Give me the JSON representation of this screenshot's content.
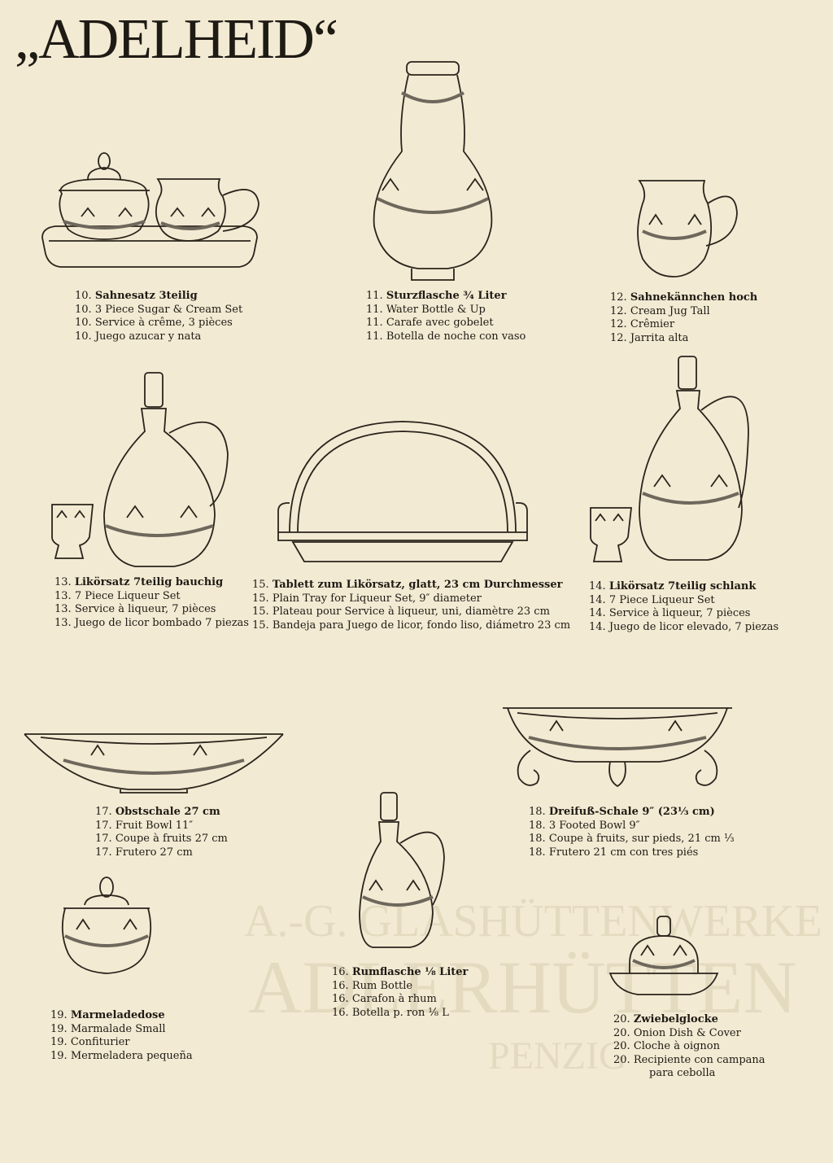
{
  "page": {
    "title": "„ADELHEID“",
    "watermark": [
      "A.-G. GLASHÜTTENWERKE",
      "ADLERHÜTTEN",
      "PENZIG"
    ],
    "colors": {
      "paper": "#f3ead3",
      "ink": "#1e1a14",
      "glass": "#2a241c",
      "band": "#6e675c"
    }
  },
  "items": [
    {
      "number": "10.",
      "lines": [
        "Sahnesatz 3teilig",
        "3 Piece Sugar & Cream Set",
        "Service à crême, 3 pièces",
        "Juego azucar y nata"
      ]
    },
    {
      "number": "11.",
      "lines": [
        "Sturzflasche ¾ Liter",
        "Water Bottle & Up",
        "Carafe avec gobelet",
        "Botella de noche con vaso"
      ]
    },
    {
      "number": "12.",
      "lines": [
        "Sahnekännchen hoch",
        "Cream Jug Tall",
        "Crêmier",
        "Jarrita alta"
      ]
    },
    {
      "number": "13.",
      "lines": [
        "Likörsatz 7teilig bauchig",
        "7 Piece Liqueur Set",
        "Service à liqueur, 7 pièces",
        "Juego de licor bombado 7 piezas"
      ]
    },
    {
      "number": "15.",
      "lines": [
        "Tablett zum Likörsatz, glatt, 23 cm Durchmesser",
        "Plain Tray for Liqueur Set, 9″ diameter",
        "Plateau pour Service à liqueur, uni, diamètre 23 cm",
        "Bandeja para Juego de licor, fondo liso, diámetro 23 cm"
      ]
    },
    {
      "number": "14.",
      "lines": [
        "Likörsatz 7teilig schlank",
        "7 Piece Liqueur Set",
        "Service à liqueur, 7 pièces",
        "Juego de licor elevado, 7 piezas"
      ]
    },
    {
      "number": "17.",
      "lines": [
        "Obstschale 27 cm",
        "Fruit Bowl 11″",
        "Coupe à fruits 27 cm",
        "Frutero 27 cm"
      ]
    },
    {
      "number": "18.",
      "lines": [
        "Dreifuß-Schale 9″ (23⅓ cm)",
        "3 Footed Bowl 9″",
        "Coupe à fruits, sur pieds, 21 cm ⅓",
        "Frutero 21 cm con tres piés"
      ]
    },
    {
      "number": "16.",
      "lines": [
        "Rumflasche ⅛ Liter",
        "Rum Bottle",
        "Carafon à rhum",
        "Botella p. ron ⅛ L"
      ]
    },
    {
      "number": "19.",
      "lines": [
        "Marmeladedose",
        "Marmalade Small",
        "Confiturier",
        "Mermeladera pequeña"
      ]
    },
    {
      "number": "20.",
      "lines": [
        "Zwiebelglocke",
        "Onion Dish & Cover",
        "Cloche à oignon",
        "Recipiente con campana",
        "para cebolla"
      ]
    }
  ]
}
